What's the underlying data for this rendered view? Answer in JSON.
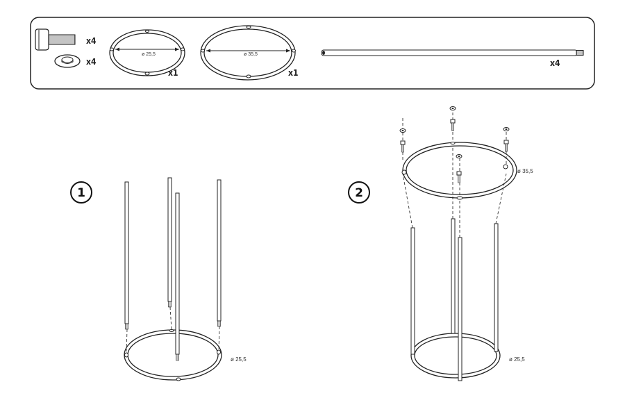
{
  "parts_list": {
    "bolt_qty": "x4",
    "washer_qty": "x4",
    "small_ring_diameter": "ø 25,5",
    "small_ring_qty": "x1",
    "large_ring_diameter": "ø 35,5",
    "large_ring_qty": "x1",
    "rod_qty": "x4"
  },
  "step1": {
    "number": "1",
    "ring_diameter": "ø 25,5"
  },
  "step2": {
    "number": "2",
    "top_ring_diameter": "ø 35,5",
    "bottom_ring_diameter": "ø 25,5"
  }
}
